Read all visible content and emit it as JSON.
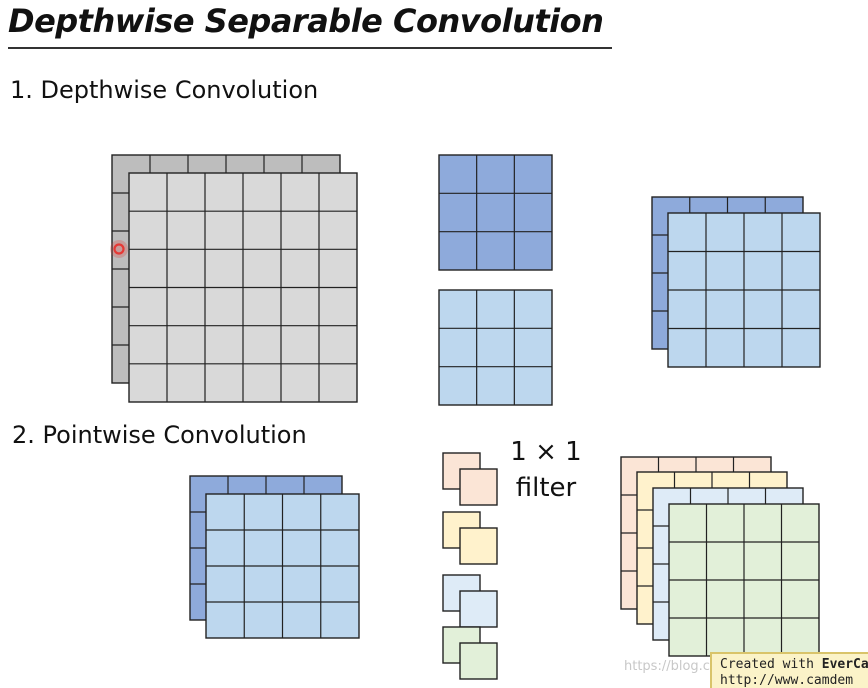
{
  "title": "Depthwise Separable Convolution",
  "section1": "1. Depthwise Convolution",
  "section2": "2. Pointwise Convolution",
  "filter_label_line1": "1 × 1",
  "filter_label_line2": "filter",
  "watermark": "https://blog.c",
  "evercam_line1_prefix": "Created with ",
  "evercam_line1_brand": "EverCa",
  "evercam_line2": "http://www.camdem",
  "colors": {
    "input_front": "#d9d9d9",
    "input_back": "#bdbdbd",
    "kernel_dark": "#8eaadb",
    "kernel_light": "#bdd7ee",
    "filter_orange": "#fbe5d6",
    "filter_yellow": "#fff2cc",
    "filter_blue": "#deebf7",
    "filter_green": "#e2f0d9",
    "output_green": "#e2f0d9",
    "grid_line": "#222222",
    "cursor": "#e53935"
  }
}
